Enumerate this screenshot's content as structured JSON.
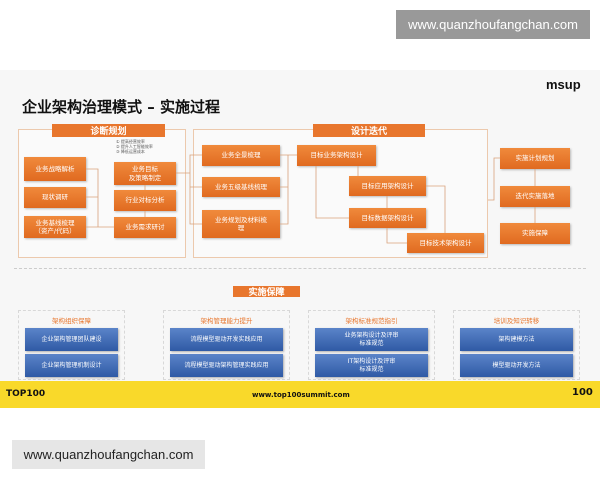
{
  "watermark_top": "www.quanzhoufangchan.com",
  "watermark_bottom": "www.quanzhoufangchan.com",
  "slide": {
    "title": "企业架构治理模式 – 实施过程",
    "logo": "msup",
    "diagnosis": {
      "header": "诊断规划",
      "note": "① 提高经营效率\n② 提升人工智能效率\n③ 降低运营成本",
      "left": [
        "业务战略解析",
        "现状调研",
        "业务基线梳理\n（资产/代码）"
      ],
      "mid": [
        "业务目标\n及策略制定",
        "行业对标分析",
        "业务需求研讨"
      ]
    },
    "design": {
      "header": "设计迭代",
      "left": [
        "业务全景梳理",
        "业务五级基线梳理",
        "业务规划及材料梳\n理"
      ],
      "target": [
        "目标业务架构设计",
        "目标应用架构设计",
        "目标数据架构设计",
        "目标技术架构设计"
      ]
    },
    "implement": [
      "实施计划规划",
      "迭代实施落地",
      "实施保障"
    ],
    "guarantee": {
      "header": "实施保障",
      "groups": [
        {
          "title": "架构组织保障",
          "items": [
            "企业架构管理团队建设",
            "企业架构管理机制设计"
          ]
        },
        {
          "title": "架构管理能力提升",
          "items": [
            "流程模型驱动开发实践应用",
            "流程模型驱动架构管理实践应用"
          ]
        },
        {
          "title": "架构标准规范指引",
          "items": [
            "业务架构设计及评审\n标准规范",
            "IT架构设计及评审\n标准规范"
          ]
        },
        {
          "title": "培训及知识转移",
          "items": [
            "架构建模方法",
            "模型驱动开发方法"
          ]
        }
      ]
    },
    "footer": {
      "brand": "TOP100",
      "url": "www.top100summit.com",
      "right_logo": "100"
    }
  }
}
